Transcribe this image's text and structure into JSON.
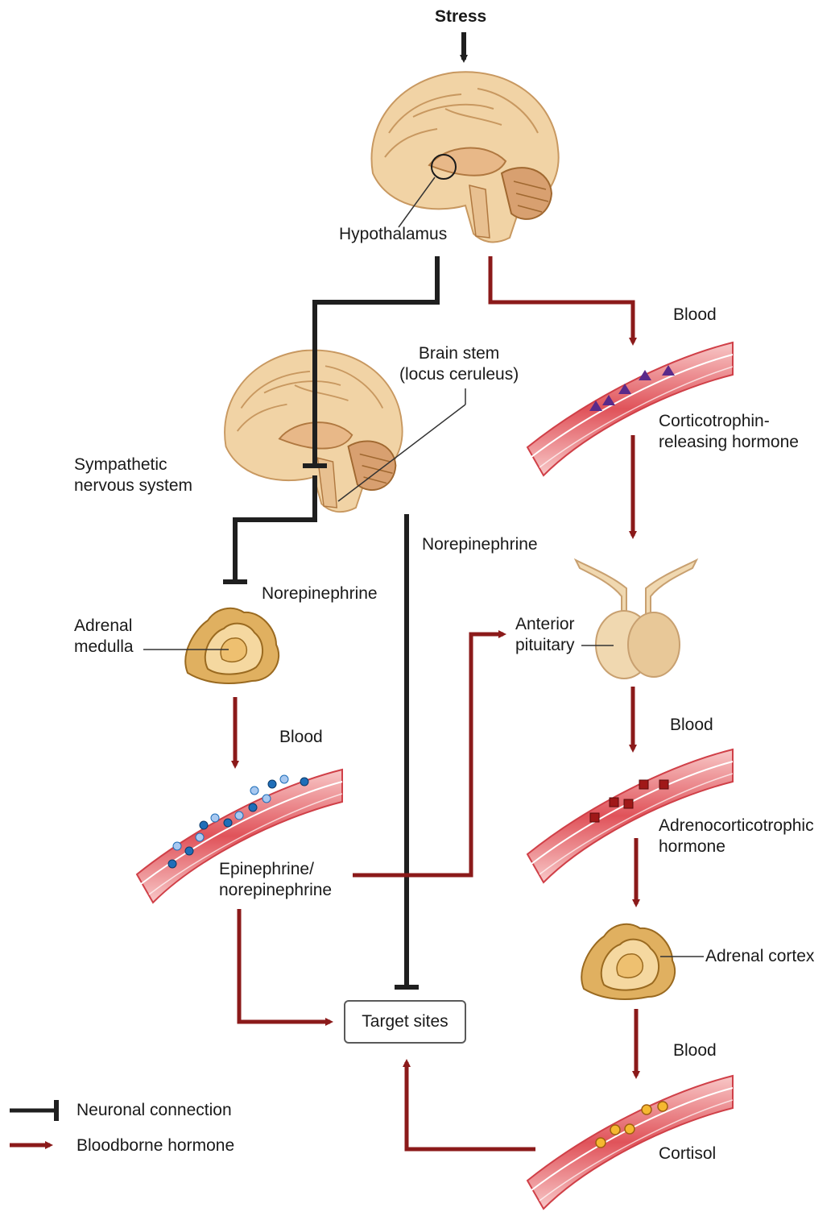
{
  "labels": {
    "stress": "Stress",
    "hypothalamus": "Hypothalamus",
    "brain_stem": "Brain stem\n(locus ceruleus)",
    "sympathetic": "Sympathetic\nnervous system",
    "norepinephrine_left": "Norepinephrine",
    "norepinephrine_center": "Norepinephrine",
    "adrenal_medulla": "Adrenal\nmedulla",
    "blood_1": "Blood",
    "crh": "Corticotrophin-\nreleasing hormone",
    "anterior_pituitary": "Anterior\npituitary",
    "blood_2": "Blood",
    "epi_norepi": "Epinephrine/\nnorepinephrine",
    "blood_3": "Blood",
    "acth": "Adrenocorticotrophic\nhormone",
    "adrenal_cortex": "Adrenal cortex",
    "target_sites": "Target sites",
    "blood_4": "Blood",
    "cortisol": "Cortisol"
  },
  "legend": {
    "neuronal": "Neuronal connection",
    "bloodborne": "Bloodborne hormone"
  },
  "colors": {
    "neuronal": "#1f1f1f",
    "hormone": "#8b1a1a",
    "vessel": "#e0535a",
    "brain": "#f1d3a5",
    "adrenal": "#e0b060"
  }
}
